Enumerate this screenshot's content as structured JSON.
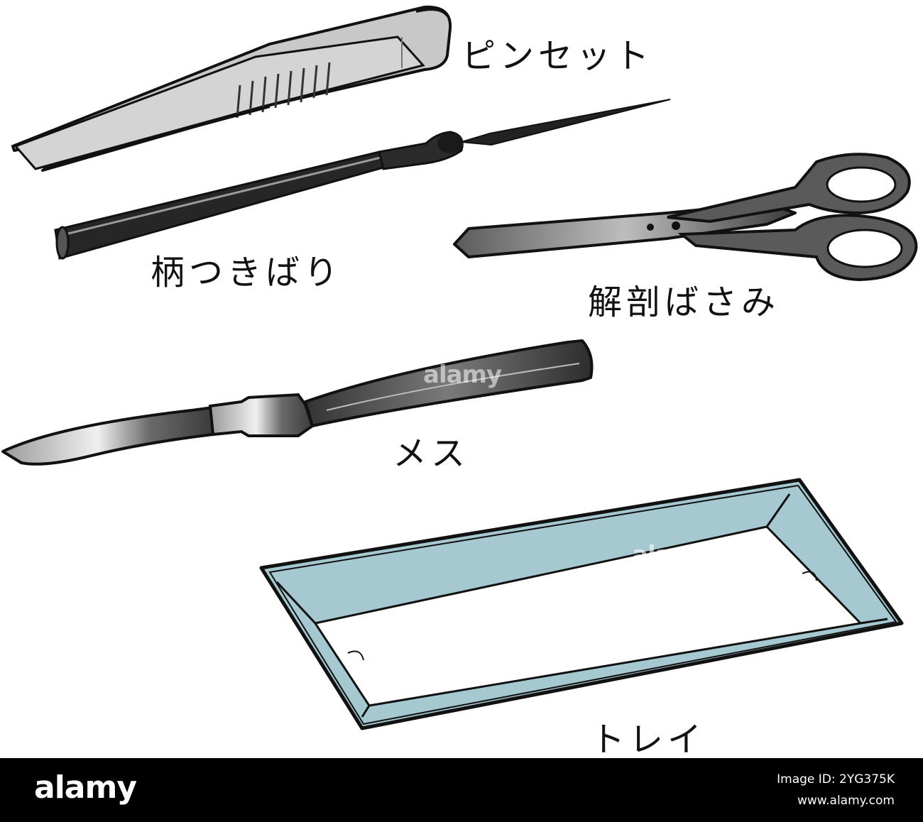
{
  "labels": {
    "tweezers": "ピンセット",
    "needle": "柄つきばり",
    "scissors": "解剖ばさみ",
    "scalpel": "メス",
    "tray": "トレイ"
  },
  "watermark": "alamy",
  "footer": {
    "logo": "alamy",
    "image_id": "Image ID: 2YG375K",
    "url": "www.alamy.com"
  },
  "colors": {
    "tray_fill": "#a6c8d1",
    "tray_outline": "#111111",
    "metal_light": "#c9c9c9",
    "metal_dark": "#3a3a3a",
    "footer_bg": "#000000"
  },
  "icons": [
    "tweezers-icon",
    "dissecting-needle-icon",
    "dissecting-scissors-icon",
    "scalpel-icon",
    "dissecting-tray-icon"
  ]
}
